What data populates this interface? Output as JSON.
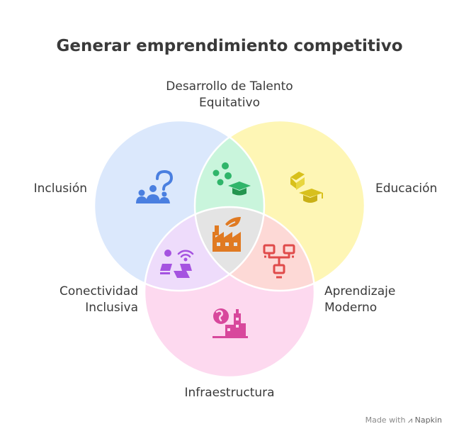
{
  "title": "Generar emprendimiento competitivo",
  "sets": [
    {
      "id": "inclusion",
      "label": "Inclusión",
      "color": "#dbe8fc",
      "icon": "people-question-icon",
      "icon_color": "#4a7fe0"
    },
    {
      "id": "educacion",
      "label": "Educación",
      "color": "#fef6b5",
      "icon": "books-graduation-cap-icon",
      "icon_color": "#d8c01c"
    },
    {
      "id": "infraestructura",
      "label": "Infraestructura",
      "color": "#fdd9ef",
      "icon": "globe-city-icon",
      "icon_color": "#d8489c"
    }
  ],
  "intersections": [
    {
      "id": "talento",
      "label_lines": [
        "Desarrollo de Talento",
        "Equitativo"
      ],
      "color": "#c9f5dc",
      "icon": "community-graduation-icon",
      "icon_color": "#2fb56a"
    },
    {
      "id": "conectividad",
      "label_lines": [
        "Conectividad",
        "Inclusiva"
      ],
      "color": "#eedcfb",
      "icon": "network-devices-icon",
      "icon_color": "#a553e0"
    },
    {
      "id": "aprendizaje",
      "label_lines": [
        "Aprendizaje",
        "Moderno"
      ],
      "color": "#fdd9d6",
      "icon": "connected-computers-icon",
      "icon_color": "#e04a4a"
    },
    {
      "id": "centro",
      "color": "#e4e4e4",
      "icon": "factory-leaf-icon",
      "icon_color": "#e07a22"
    }
  ],
  "footer": {
    "made_with": "Made with",
    "brand": "Napkin"
  }
}
